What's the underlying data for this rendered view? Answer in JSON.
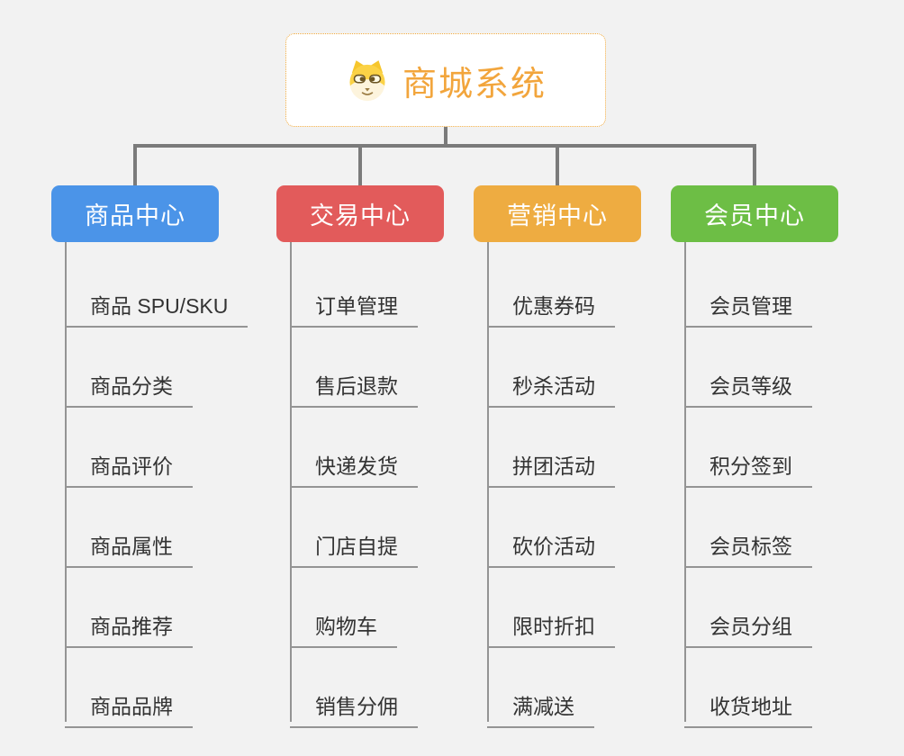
{
  "page": {
    "background": "#f2f2f2"
  },
  "root": {
    "title": "商城系统",
    "icon": "shiba-dog-icon",
    "border_color": "#f0a93c",
    "text_color": "#f2a53c"
  },
  "connectors": {
    "main_color": "#7b7b7b",
    "child_color": "#949494"
  },
  "branches": [
    {
      "label": "商品中心",
      "color": "#4b94e8",
      "items": [
        "商品 SPU/SKU",
        "商品分类",
        "商品评价",
        "商品属性",
        "商品推荐",
        "商品品牌"
      ]
    },
    {
      "label": "交易中心",
      "color": "#e25b5b",
      "items": [
        "订单管理",
        "售后退款",
        "快递发货",
        "门店自提",
        "购物车",
        "销售分佣"
      ]
    },
    {
      "label": "营销中心",
      "color": "#eeac41",
      "items": [
        "优惠券码",
        "秒杀活动",
        "拼团活动",
        "砍价活动",
        "限时折扣",
        "满减送"
      ]
    },
    {
      "label": "会员中心",
      "color": "#6dbe45",
      "items": [
        "会员管理",
        "会员等级",
        "积分签到",
        "会员标签",
        "会员分组",
        "收货地址"
      ]
    }
  ]
}
